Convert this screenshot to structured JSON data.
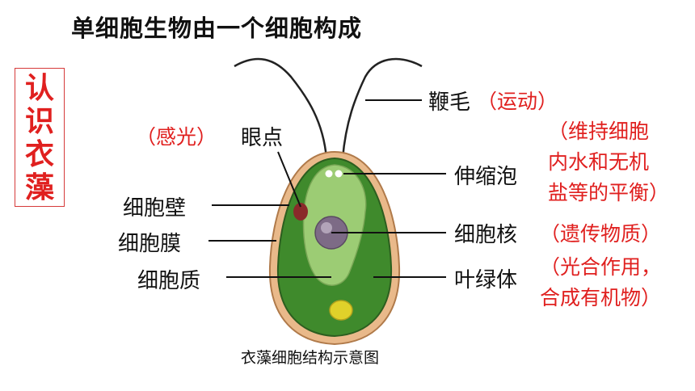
{
  "title": "单细胞生物由一个细胞构成",
  "side_label": "认识衣藻",
  "labels": {
    "eyespot": "眼点",
    "eyespot_note": "（感光）",
    "flagellum": "鞭毛",
    "flagellum_note": "（运动）",
    "contractile_vacuole": "伸缩泡",
    "contractile_vacuole_note": [
      "（维持细胞",
      "内水和无机",
      "盐等的平衡）"
    ],
    "cell_wall": "细胞壁",
    "cell_membrane": "细胞膜",
    "cytoplasm": "细胞质",
    "nucleus": "细胞核",
    "nucleus_note": "（遗传物质）",
    "chloroplast": "叶绿体",
    "chloroplast_note": [
      "（光合作用，",
      "合成有机物）"
    ]
  },
  "caption": "衣藻细胞结构示意图",
  "colors": {
    "accent_red": "#e0201f",
    "cell_wall": "#e9b98a",
    "chloroplast": "#3f8a2c",
    "cytoplasm": "#9ccc74",
    "nucleus": "#7d6b86",
    "eyespot": "#8a2a2a",
    "starch": "#e0d12a"
  }
}
